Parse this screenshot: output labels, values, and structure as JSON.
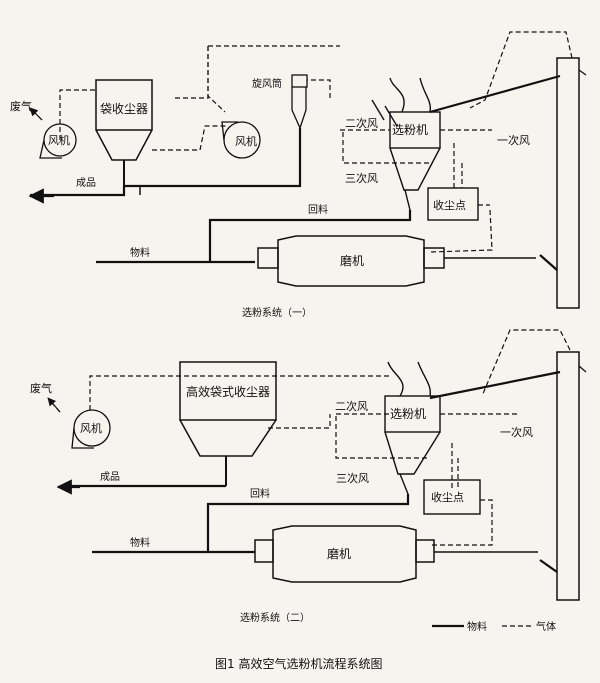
{
  "figure": {
    "caption": "图1  高效空气选粉机流程系统图",
    "legend": {
      "material": "物料",
      "gas": "气体"
    }
  },
  "system1": {
    "title": "选粉系统（一）",
    "waste_gas": "废气",
    "fan_left": "风机",
    "bag_filter": "袋收尘器",
    "fan_mid": "风机",
    "cyclone": "旋风筒",
    "separator": "选粉机",
    "secondary_air": "二次风",
    "primary_air": "一次风",
    "tertiary_air": "三次风",
    "dust_point": "收尘点",
    "product": "成品",
    "return_material": "回料",
    "material": "物料",
    "mill": "磨机"
  },
  "system2": {
    "title": "选粉系统（二）",
    "waste_gas": "废气",
    "fan": "风机",
    "bag_filter": "高效袋式收尘器",
    "separator": "选粉机",
    "secondary_air": "二次风",
    "primary_air": "一次风",
    "tertiary_air": "三次风",
    "dust_point": "收尘点",
    "product": "成品",
    "return_material": "回料",
    "material": "物料",
    "mill": "磨机"
  }
}
